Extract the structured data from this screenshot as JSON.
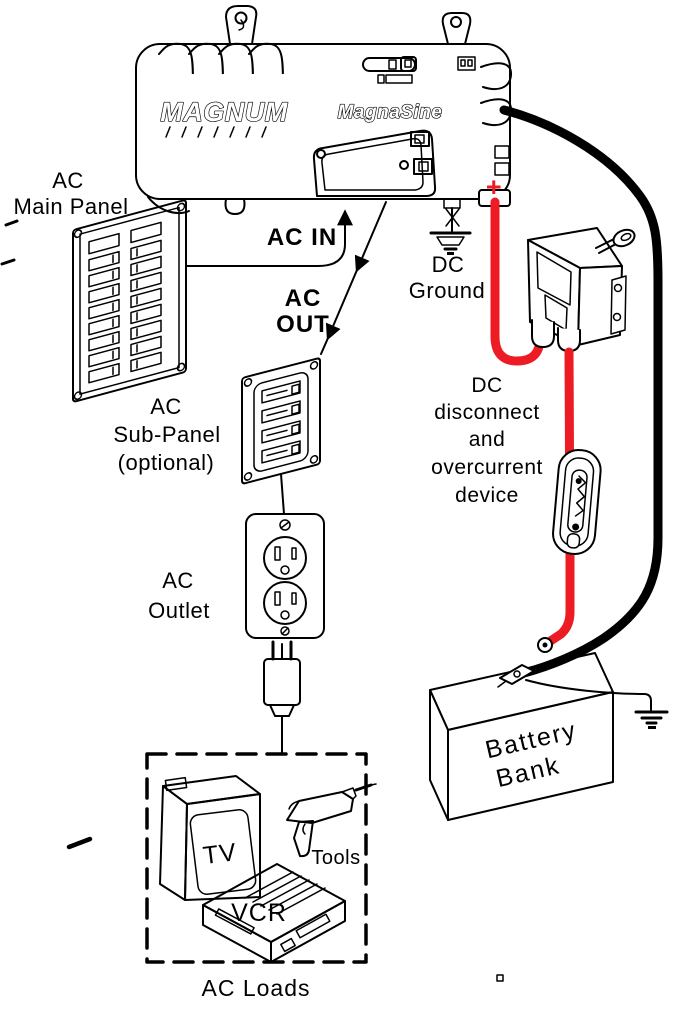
{
  "diagram": {
    "type": "inverter-wiring-diagram",
    "colors": {
      "background": "#ffffff",
      "line": "#000000",
      "positive_cable": "#ed1c24"
    },
    "inverter": {
      "brand_logo": "MAGNUM",
      "series_logo": "MagnaSine",
      "positive_terminal": "+"
    },
    "labels": {
      "ac_main_panel": [
        "AC",
        "Main Panel"
      ],
      "ac_in": "AC IN",
      "ac_out": [
        "AC",
        "OUT"
      ],
      "dc_ground": [
        "DC",
        "Ground"
      ],
      "ac_sub_panel": [
        "AC",
        "Sub-Panel",
        "(optional)"
      ],
      "dc_disconnect": [
        "DC",
        "disconnect",
        "and",
        "overcurrent",
        "device"
      ],
      "ac_outlet": [
        "AC",
        "Outlet"
      ],
      "battery_bank": [
        "Battery",
        "Bank"
      ],
      "tv": "TV",
      "tools": "Tools",
      "vcr": "VCR",
      "ac_loads": "AC Loads"
    }
  }
}
